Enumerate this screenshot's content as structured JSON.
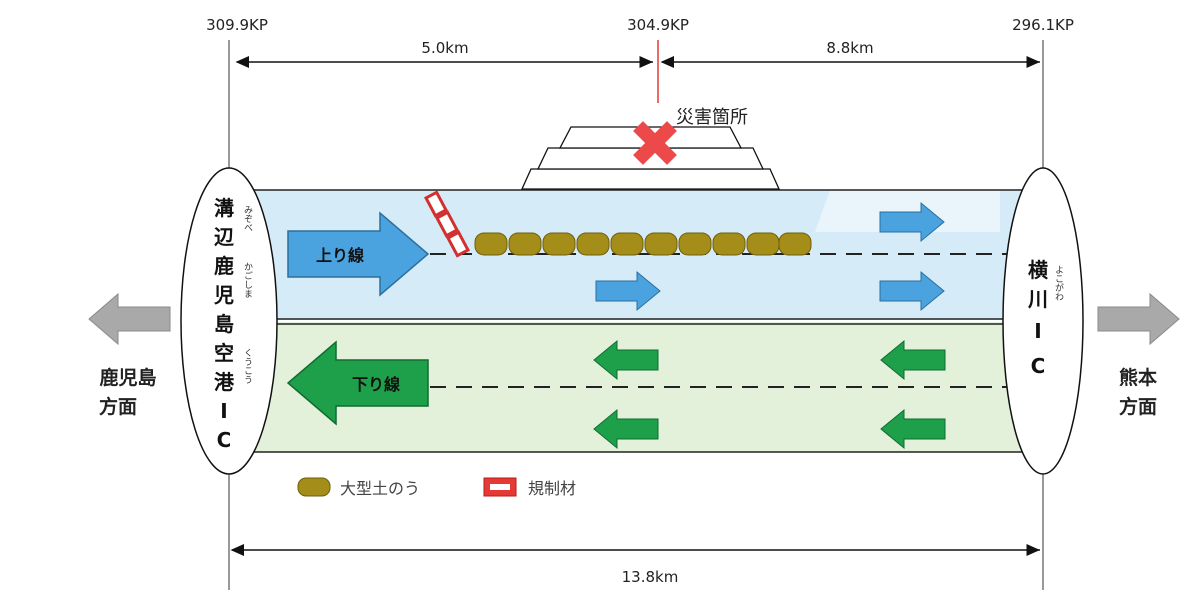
{
  "kp_markers": {
    "left": "309.9KP",
    "center": "304.9KP",
    "right": "296.1KP"
  },
  "distances": {
    "left_segment": "5.0km",
    "right_segment": "8.8km",
    "total": "13.8km"
  },
  "disaster": {
    "label": "災害箇所"
  },
  "lanes": {
    "up_line": "上り線",
    "down_line": "下り線"
  },
  "ic_left": {
    "chars": [
      "溝",
      "辺",
      "鹿",
      "児",
      "島",
      "空",
      "港",
      "I",
      "C"
    ],
    "ruby": [
      "みぞべ",
      "かごしま",
      "くうこう"
    ]
  },
  "ic_right": {
    "chars": [
      "横",
      "川",
      "I",
      "C"
    ],
    "ruby": [
      "よこがわ"
    ]
  },
  "direction_left": [
    "鹿児島",
    "方面"
  ],
  "direction_right": [
    "熊本",
    "方面"
  ],
  "legend": {
    "sandbag": "大型土のう",
    "barrier": "規制材"
  },
  "colors": {
    "upper_lane": "#d6ebf8",
    "lower_lane": "#e3f1da",
    "blue_arrow": "#4aa3df",
    "green_arrow": "#1ea04a",
    "sandbag": "#a48d18",
    "barrier": "#e53935",
    "disaster_x": "#ec4a4a",
    "grey_arrow": "#a9a9a9"
  }
}
